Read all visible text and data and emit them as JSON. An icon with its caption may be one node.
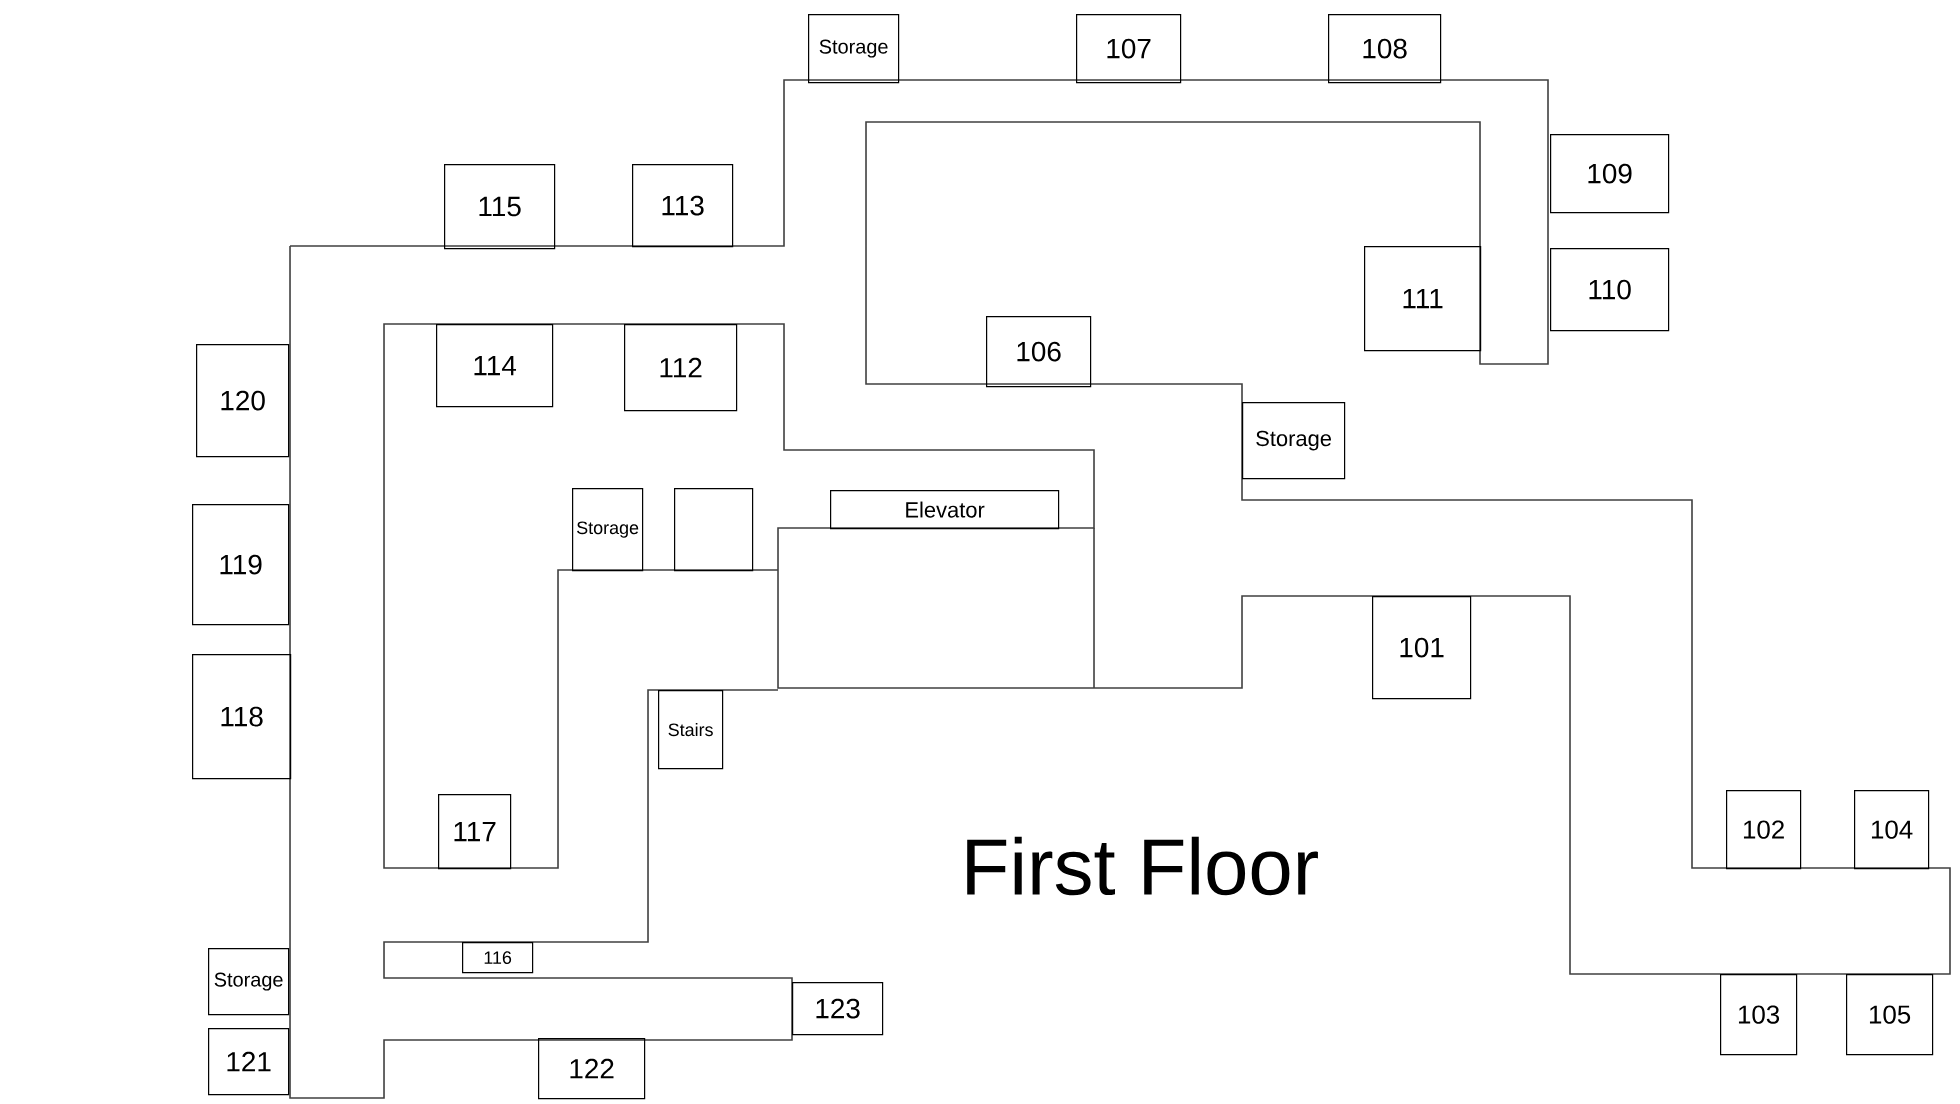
{
  "diagram": {
    "title": "First Floor",
    "nodes": [
      {
        "text": [
          "Storage"
        ]
      },
      {
        "text": [
          "107"
        ]
      },
      {
        "text": [
          "108"
        ]
      },
      {
        "text": [
          "109"
        ]
      },
      {
        "text": [
          "115"
        ]
      },
      {
        "text": [
          "113"
        ]
      },
      {
        "text": [
          "111"
        ]
      },
      {
        "text": [
          "110"
        ]
      },
      {
        "text": [
          "114"
        ]
      },
      {
        "text": [
          "112"
        ]
      },
      {
        "text": [
          "120"
        ]
      },
      {
        "text": [
          "106"
        ]
      },
      {
        "text": [
          "Storage"
        ]
      },
      {
        "text": [
          "Storage"
        ]
      },
      {
        "text": [],
        "shape": "box"
      },
      {
        "text": [
          "Elevator"
        ]
      },
      {
        "text": [
          "119"
        ]
      },
      {
        "text": [
          "101"
        ]
      },
      {
        "text": [
          "118"
        ]
      },
      {
        "text": [
          "Stairs"
        ]
      },
      {
        "text": [
          "102"
        ]
      },
      {
        "text": [
          "104"
        ]
      },
      {
        "text": [
          "117"
        ]
      },
      {
        "text": [
          "116"
        ]
      },
      {
        "text": [
          "Storage"
        ]
      },
      {
        "text": [
          "103"
        ]
      },
      {
        "text": [
          "105"
        ]
      },
      {
        "text": [
          "123"
        ]
      },
      {
        "text": [
          "121"
        ]
      },
      {
        "text": [
          "122"
        ]
      }
    ]
  }
}
